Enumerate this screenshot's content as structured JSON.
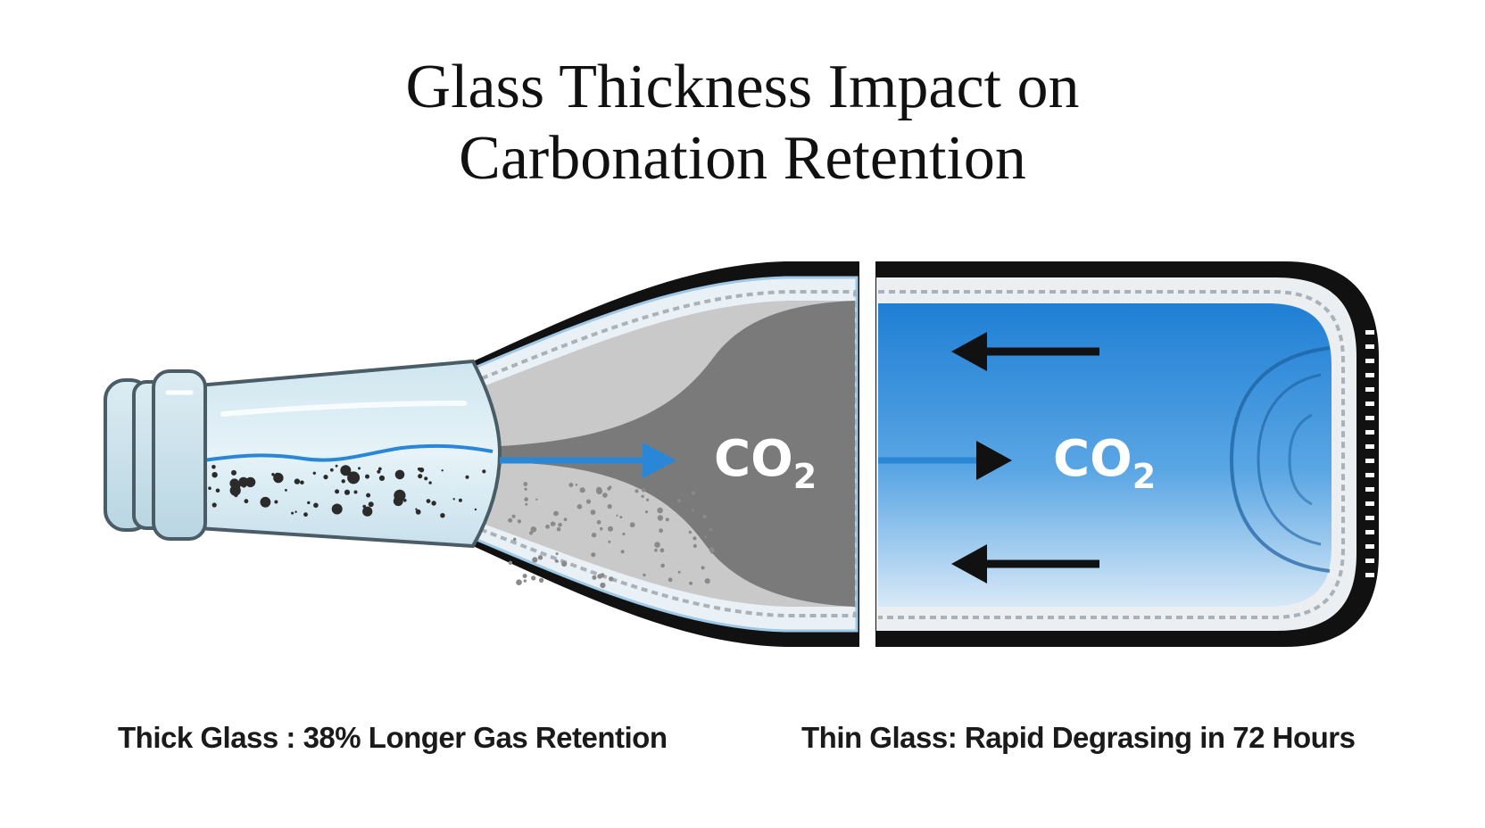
{
  "title": {
    "line1": "Glass Thickness Impact on",
    "line2": "Carbonation Retention"
  },
  "left_section": {
    "gas_label": "CO",
    "gas_subscript": "2",
    "caption": "Thick Glass : 38% Longer Gas Retention"
  },
  "right_section": {
    "gas_label": "CO",
    "gas_subscript": "2",
    "caption": "Thin Glass: Rapid Degrasing in 72 Hours"
  },
  "colors": {
    "thick_glass_interior": "#7a7a7a",
    "thin_glass_interior": "#2a86d6",
    "glass_outline": "#111111",
    "flow_arrow": "#2a86d6"
  }
}
